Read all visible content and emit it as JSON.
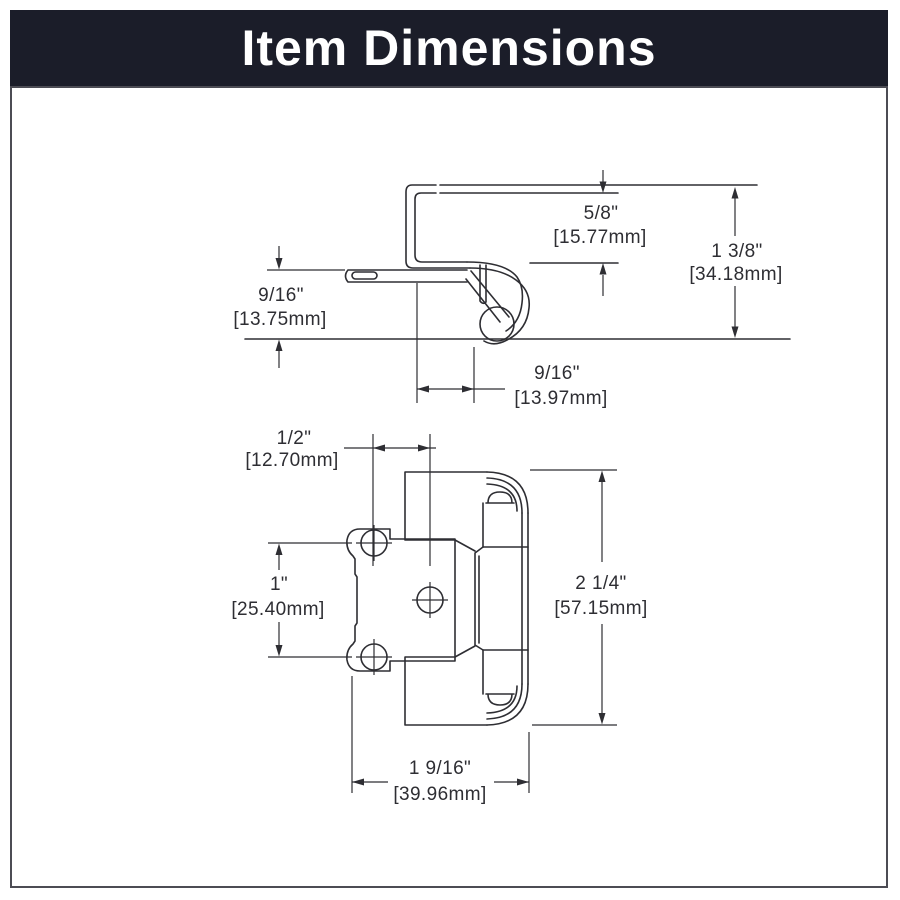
{
  "header": {
    "title": "Item Dimensions"
  },
  "drawings": {
    "side_view": {
      "label": "hinge-side-profile",
      "dimensions": {
        "overlay_depth": {
          "inch": "5/8\"",
          "mm": "[15.77mm]"
        },
        "overall_depth": {
          "inch": "1 3/8\"",
          "mm": "[34.18mm]"
        },
        "frame_wing_rise": {
          "inch": "9/16\"",
          "mm": "[13.75mm]"
        },
        "pivot_offset": {
          "inch": "9/16\"",
          "mm": "[13.97mm]"
        }
      }
    },
    "front_view": {
      "label": "hinge-front-view",
      "dimensions": {
        "overlay": {
          "inch": "1/2\"",
          "mm": "[12.70mm]"
        },
        "screw_spacing": {
          "inch": "1\"",
          "mm": "[25.40mm]"
        },
        "overall_height": {
          "inch": "2 1/4\"",
          "mm": "[57.15mm]"
        },
        "overall_width": {
          "inch": "1 9/16\"",
          "mm": "[39.96mm]"
        }
      }
    }
  },
  "colors": {
    "header_bg": "#1b1d29",
    "line": "#2e2e33",
    "border": "#4c4c54",
    "title_text": "#ffffff",
    "background": "#ffffff"
  }
}
